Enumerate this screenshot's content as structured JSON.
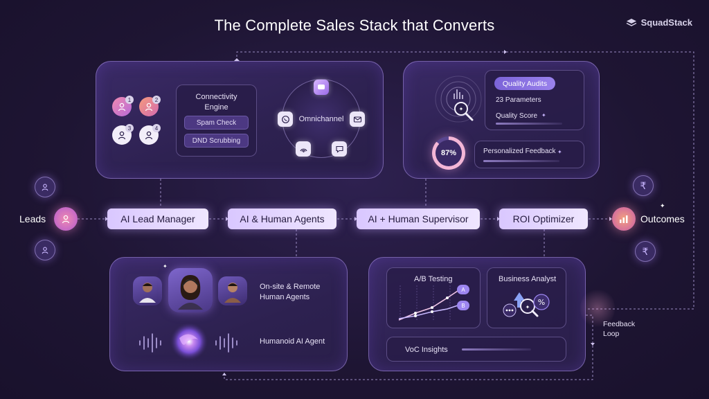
{
  "title": "The Complete Sales Stack that Converts",
  "brand": "SquadStack",
  "flow": {
    "leads": "Leads",
    "outcomes": "Outcomes",
    "stages": [
      "AI Lead Manager",
      "AI & Human Agents",
      "AI + Human Supervisor",
      "ROI Optimizer"
    ],
    "feedback": "Feedback Loop"
  },
  "connectivity": {
    "title": "Connectivity Engine",
    "items": [
      "Spam Check",
      "DND Scrubbing"
    ],
    "lead_numbers": [
      "1",
      "2",
      "3",
      "4"
    ],
    "omnichannel": "Omnichannel"
  },
  "quality": {
    "badge": "Quality Audits",
    "parameters": "23 Parameters",
    "score": "Quality Score",
    "percent": "87%",
    "feedback": "Personalized Feedback"
  },
  "agents": {
    "human": "On-site & Remote Human Agents",
    "ai": "Humanoid AI Agent"
  },
  "roi": {
    "ab": "A/B Testing",
    "ab_a": "A",
    "ab_b": "B",
    "analyst": "Business Analyst",
    "analyst_symbol": "%",
    "voc": "VoC Insights"
  },
  "colors": {
    "background": "#1e1533",
    "panel": "#2d2150",
    "pill": "#e3d4ff",
    "accent": "#8b5cf6"
  }
}
